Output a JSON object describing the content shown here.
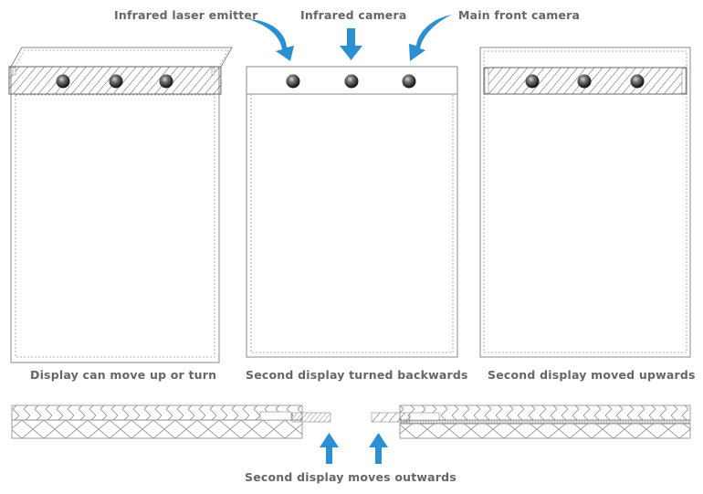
{
  "labels": {
    "laser_emitter": "Infrared laser emitter",
    "infrared_camera": "Infrared camera",
    "main_front_camera": "Main front camera",
    "caption_left": "Display can move up or turn",
    "caption_middle": "Second display turned backwards",
    "caption_right": "Second display moved upwards",
    "caption_bottom": "Second display moves outwards"
  },
  "colors": {
    "arrow": "#2b8fd1",
    "text": "#666666",
    "outline": "#888888"
  },
  "icons": {
    "arrow": "curved-arrow",
    "lens": "camera-lens"
  }
}
